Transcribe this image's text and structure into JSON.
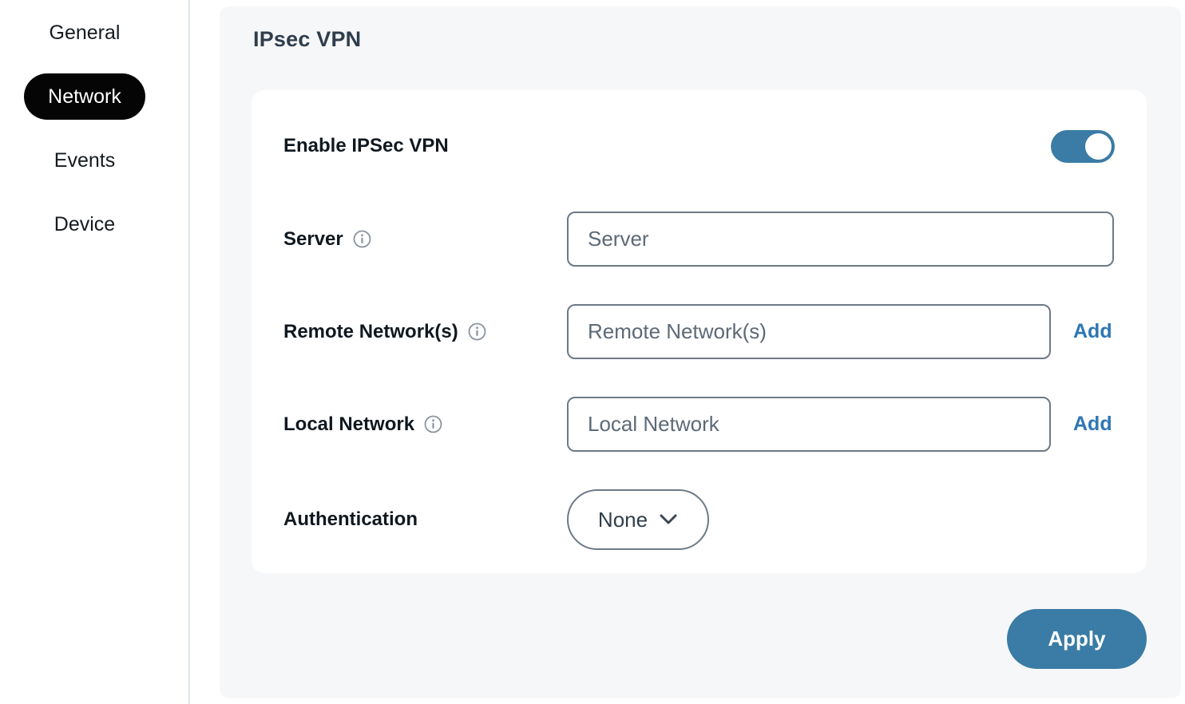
{
  "sidebar": {
    "items": [
      {
        "label": "General",
        "active": false
      },
      {
        "label": "Network",
        "active": true
      },
      {
        "label": "Events",
        "active": false
      },
      {
        "label": "Device",
        "active": false
      }
    ]
  },
  "main": {
    "title": "IPsec VPN",
    "form": {
      "enable": {
        "label": "Enable IPSec VPN",
        "state": "on"
      },
      "server": {
        "label": "Server",
        "placeholder": "Server",
        "value": ""
      },
      "remote_networks": {
        "label": "Remote Network(s)",
        "placeholder": "Remote Network(s)",
        "value": "",
        "add_label": "Add"
      },
      "local_network": {
        "label": "Local Network",
        "placeholder": "Local Network",
        "value": "",
        "add_label": "Add"
      },
      "authentication": {
        "label": "Authentication",
        "selected": "None"
      }
    },
    "apply_label": "Apply"
  },
  "icons": {
    "info": "info-icon",
    "chevron_down": "chevron-down-icon",
    "toggle_on": "toggle-on"
  },
  "colors": {
    "accent_blue": "#3a7ca5",
    "link_blue": "#2e76b4",
    "panel_bg": "#f6f7f9",
    "active_nav_bg": "#050505",
    "heading_text": "#2f3d4c",
    "label_text": "#10181f",
    "input_border": "#6e7986",
    "placeholder_text": "#5d6977",
    "divider": "#dfe4ea"
  }
}
